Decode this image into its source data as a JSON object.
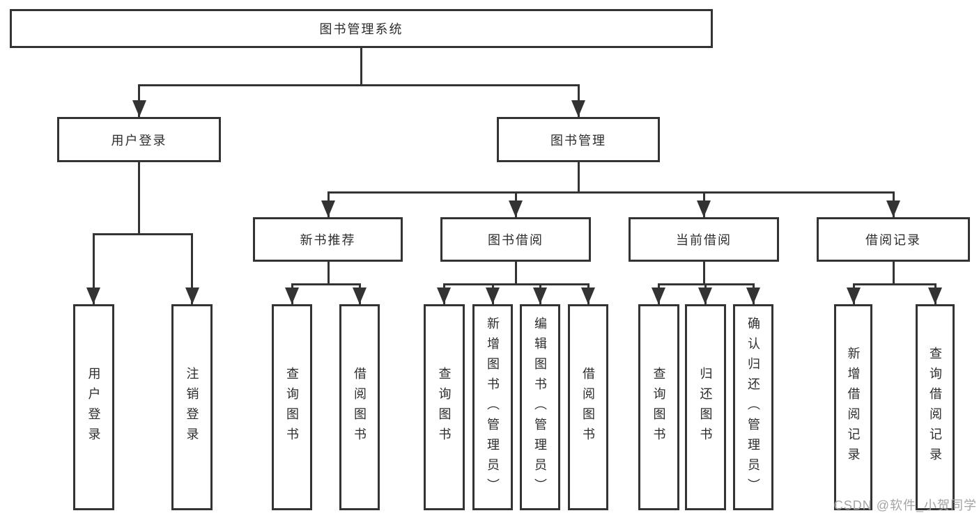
{
  "diagram": {
    "title": "图书管理系统",
    "colors": {
      "line": "#333333",
      "text": "#2d2d2d",
      "background": "#ffffff",
      "watermark": "#a4a4a4"
    },
    "root": {
      "label": "图书管理系统",
      "children": [
        {
          "label": "用户登录",
          "children": [
            {
              "label": "用户登录"
            },
            {
              "label": "注销登录"
            }
          ]
        },
        {
          "label": "图书管理",
          "children": [
            {
              "label": "新书推荐",
              "children": [
                {
                  "label": "查询图书"
                },
                {
                  "label": "借阅图书"
                }
              ]
            },
            {
              "label": "图书借阅",
              "children": [
                {
                  "label": "查询图书"
                },
                {
                  "label": "新增图书（管理员）"
                },
                {
                  "label": "编辑图书（管理员）"
                },
                {
                  "label": "借阅图书"
                }
              ]
            },
            {
              "label": "当前借阅",
              "children": [
                {
                  "label": "查询图书"
                },
                {
                  "label": "归还图书"
                },
                {
                  "label": "确认归还（管理员）"
                }
              ]
            },
            {
              "label": "借阅记录",
              "children": [
                {
                  "label": "新增借阅记录"
                },
                {
                  "label": "查询借阅记录"
                }
              ]
            }
          ]
        }
      ]
    },
    "watermark": "CSDN @软件_小贺同学"
  }
}
